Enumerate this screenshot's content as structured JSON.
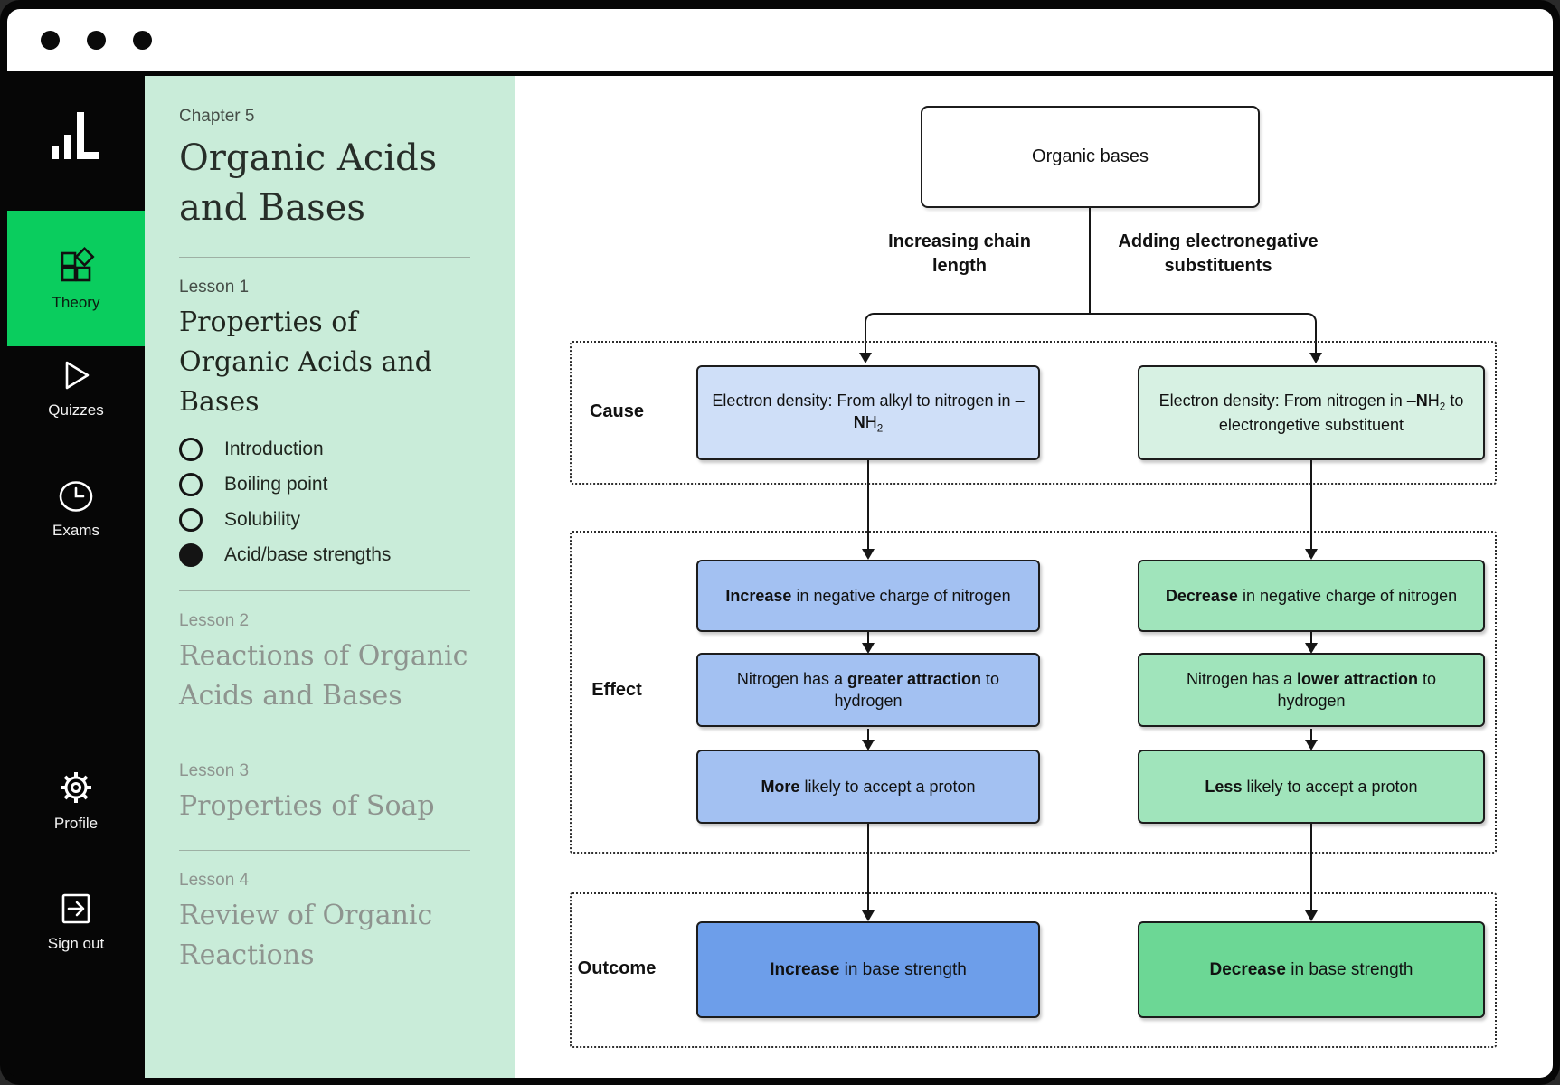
{
  "titlebar": {
    "window_dots": 3
  },
  "nav": {
    "logo_icon": "bar-chart-logo",
    "items": [
      {
        "id": "theory",
        "label": "Theory",
        "icon": "blocks-icon",
        "active": true
      },
      {
        "id": "quizzes",
        "label": "Quizzes",
        "icon": "play-icon",
        "active": false
      },
      {
        "id": "exams",
        "label": "Exams",
        "icon": "clock-icon",
        "active": false
      },
      {
        "id": "profile",
        "label": "Profile",
        "icon": "gear-icon",
        "active": false
      },
      {
        "id": "signout",
        "label": "Sign out",
        "icon": "sign-out-icon",
        "active": false
      }
    ]
  },
  "lessons": {
    "chapter_label": "Chapter 5",
    "chapter_title": "Organic Acids and Bases",
    "lesson1": {
      "label": "Lesson 1",
      "title": "Properties of Organic Acids and Bases",
      "items": [
        {
          "label": "Introduction",
          "state": "incomplete"
        },
        {
          "label": "Boiling point",
          "state": "incomplete"
        },
        {
          "label": "Solubility",
          "state": "incomplete"
        },
        {
          "label": "Acid/base strengths",
          "state": "current"
        }
      ]
    },
    "lesson2": {
      "label": "Lesson 2",
      "title": "Reactions of Organic Acids and Bases"
    },
    "lesson3": {
      "label": "Lesson 3",
      "title": "Properties of Soap"
    },
    "lesson4": {
      "label": "Lesson 4",
      "title": "Review of Organic Reactions"
    }
  },
  "diagram": {
    "root": "Organic bases",
    "branch_left_label": "Increasing chain length",
    "branch_right_label": "Adding electronegative substituents",
    "row_labels": {
      "cause": "Cause",
      "effect": "Effect",
      "outcome": "Outcome"
    },
    "left": {
      "cause": {
        "pre": "Electron density: From alkyl to nitrogen in –",
        "n": "N",
        "h": "H",
        "sub": "2",
        "post": ""
      },
      "effect1": {
        "pre": "",
        "bold": "Increase",
        "post": " in negative charge of nitrogen"
      },
      "effect2": {
        "pre": "Nitrogen has a ",
        "bold": "greater attraction",
        "post": " to hydrogen"
      },
      "effect3": {
        "pre": "",
        "bold": "More",
        "post": " likely to accept a proton"
      },
      "outcome": {
        "pre": "",
        "bold": "Increase",
        "post": " in base strength"
      }
    },
    "right": {
      "cause": {
        "pre": "Electron density: From nitrogen in –",
        "n": "N",
        "h": "H",
        "sub": "2",
        "post": " to electrongetive substituent"
      },
      "effect1": {
        "pre": "",
        "bold": "Decrease",
        "post": " in negative charge of nitrogen"
      },
      "effect2": {
        "pre": "Nitrogen has a ",
        "bold": "lower attraction",
        "post": " to hydrogen"
      },
      "effect3": {
        "pre": "",
        "bold": "Less",
        "post": " likely to accept a proton"
      },
      "outcome": {
        "pre": "",
        "bold": "Decrease",
        "post": " in base strength"
      }
    },
    "colors": {
      "left_cause": "#cfdff8",
      "left_effect": "#a3c1f2",
      "left_outcome": "#6d9eea",
      "right_cause": "#d7f1e3",
      "right_effect": "#a0e4bb",
      "right_outcome": "#6cd795",
      "nav_active": "#0acd5e",
      "lessons_bg": "#c9ecd9"
    }
  }
}
